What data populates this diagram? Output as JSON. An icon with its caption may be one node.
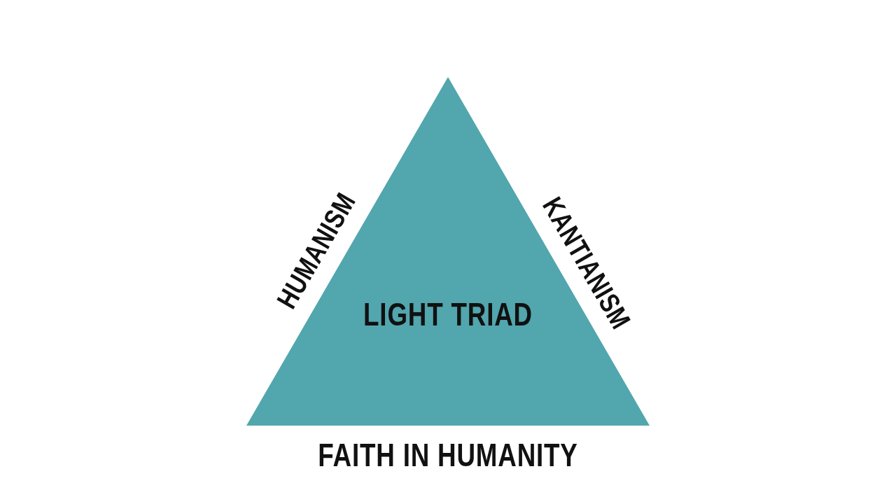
{
  "diagram": {
    "nodes": [
      {
        "text": [
          "LIGHT TRIAD"
        ],
        "beside": [
          "HUMANISM",
          "KANTIANISM",
          "FAITH IN HUMANITY"
        ]
      }
    ]
  }
}
